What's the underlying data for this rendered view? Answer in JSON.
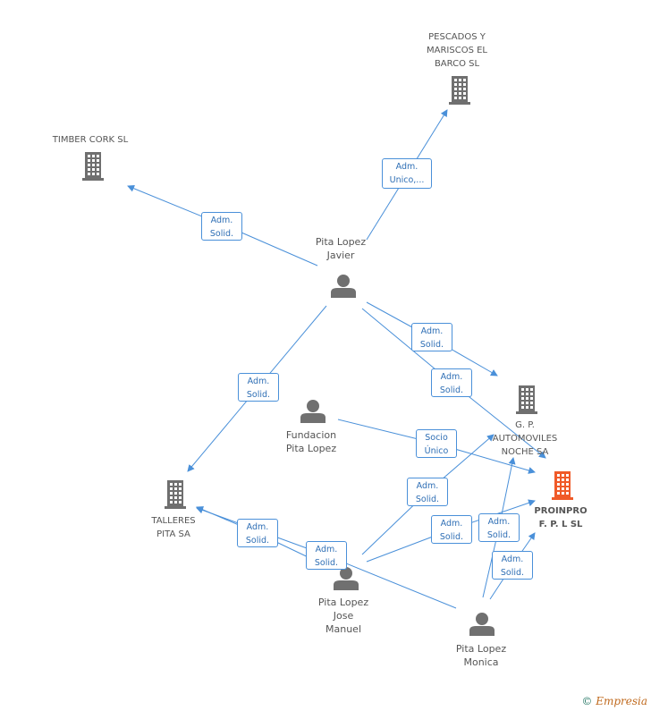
{
  "colors": {
    "edge": "#4a90d9",
    "company": "#6f6f6f",
    "focus_company": "#f05a28",
    "person": "#707070",
    "label_text": "#555555"
  },
  "nodes": [
    {
      "id": "pescados",
      "kind": "company",
      "label": "PESCADOS Y\nMARISCOS EL\nBARCO SL"
    },
    {
      "id": "timber",
      "kind": "company",
      "label": "TIMBER CORK SL"
    },
    {
      "id": "gp",
      "kind": "company",
      "label": "G. P.\nAUTOMOVILES\nNOCHE SA"
    },
    {
      "id": "proinpro",
      "kind": "focus",
      "label": "PROINPRO\nF. P. L SL"
    },
    {
      "id": "talleres",
      "kind": "company",
      "label": "TALLERES\nPITA SA"
    },
    {
      "id": "javier",
      "kind": "person",
      "label": "Pita Lopez\nJavier"
    },
    {
      "id": "fundacion",
      "kind": "person",
      "label": "Fundacion\nPita Lopez"
    },
    {
      "id": "jose",
      "kind": "person",
      "label": "Pita Lopez\nJose\nManuel"
    },
    {
      "id": "monica",
      "kind": "person",
      "label": "Pita Lopez\nMonica"
    }
  ],
  "edges": [
    {
      "id": "e1",
      "label": "Adm.\nUnico,..."
    },
    {
      "id": "e2",
      "label": "Adm.\nSolid."
    },
    {
      "id": "e3",
      "label": "Adm.\nSolid."
    },
    {
      "id": "e4",
      "label": "Adm.\nSolid."
    },
    {
      "id": "e5",
      "label": "Adm.\nSolid."
    },
    {
      "id": "e6",
      "label": "Socio\nÚnico"
    },
    {
      "id": "e7",
      "label": "Adm.\nSolid."
    },
    {
      "id": "e8",
      "label": "Adm.\nSolid."
    },
    {
      "id": "e9",
      "label": "Adm.\nSolid."
    },
    {
      "id": "e10",
      "label": "Adm.\nSolid."
    },
    {
      "id": "e11",
      "label": "Adm.\nSolid."
    },
    {
      "id": "e12",
      "label": "Adm.\nSolid."
    }
  ],
  "footer": {
    "copyright_symbol": "©",
    "brand": "Empresia"
  }
}
